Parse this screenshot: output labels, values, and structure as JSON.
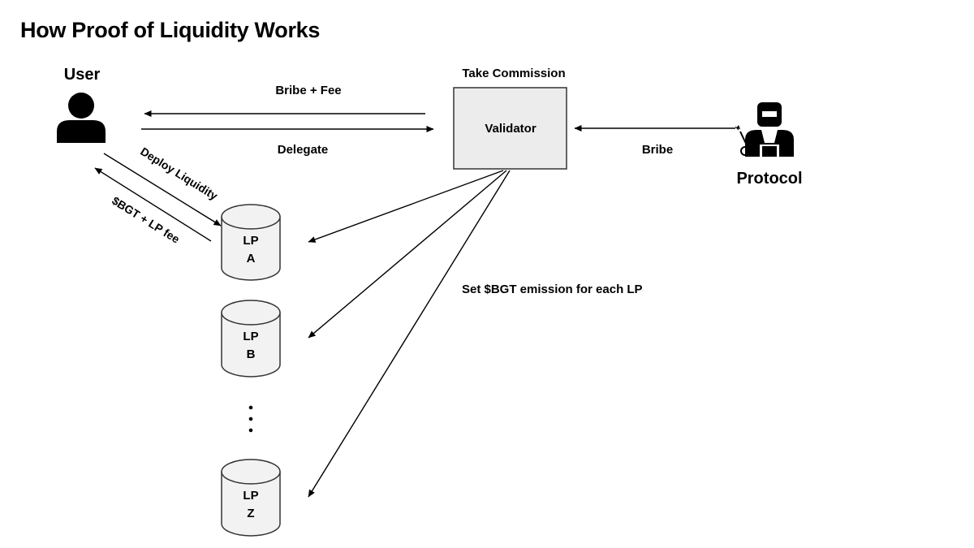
{
  "title": "How Proof of Liquidity Works",
  "user": {
    "label": "User",
    "icon": "user-icon"
  },
  "protocol": {
    "label": "Protocol",
    "icon": "welder-icon"
  },
  "validator": {
    "label": "Validator",
    "caption": "Take Commission"
  },
  "edges": {
    "bribe_fee": "Bribe + Fee",
    "delegate": "Delegate",
    "bribe": "Bribe",
    "deploy_liquidity": "Deploy Liquidity",
    "bgt_lp_fee": "$BGT + LP fee",
    "set_emission": "Set $BGT emission for each LP"
  },
  "pools": [
    {
      "line1": "LP",
      "line2": "A"
    },
    {
      "line1": "LP",
      "line2": "B"
    },
    {
      "line1": "LP",
      "line2": "Z"
    }
  ],
  "ellipsis_icon": "vertical-ellipsis-icon",
  "colors": {
    "validator_fill": "#ececec",
    "cylinder_fill": "#f2f2f2",
    "stroke": "#000000"
  }
}
